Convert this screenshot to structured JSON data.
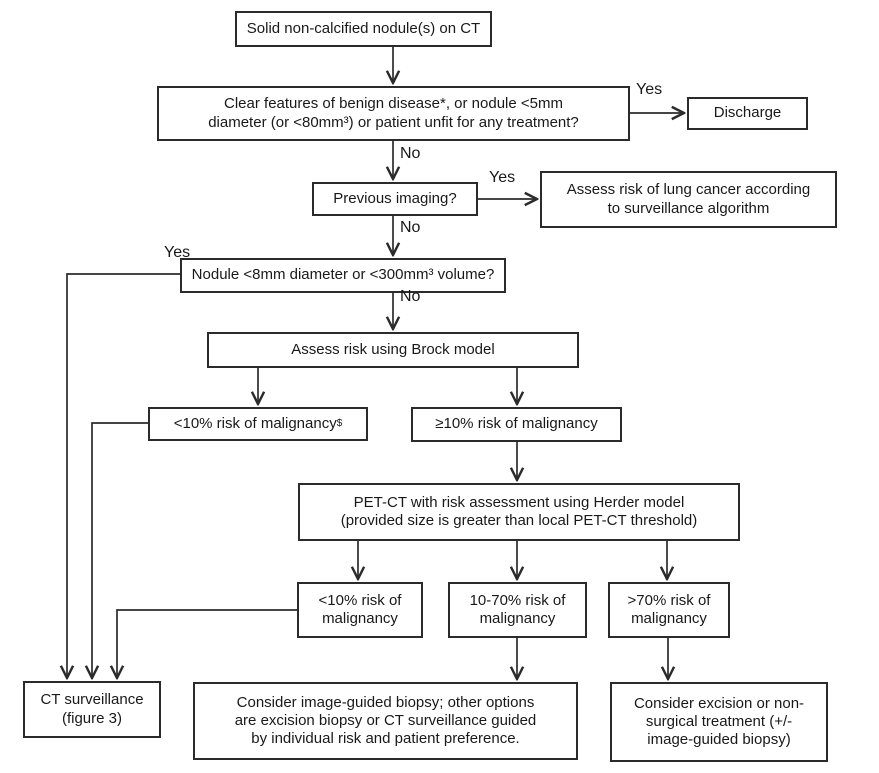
{
  "diagram": {
    "title": "Solid pulmonary nodule management flowchart",
    "colors": {
      "border": "#2b2b2b",
      "text": "#191919",
      "background": "#ffffff"
    },
    "nodes": {
      "start": {
        "label": "Solid non-calcified nodule(s) on CT"
      },
      "benign_check": {
        "label": [
          "Clear features of benign disease*, or nodule <5mm",
          "diameter (or <80mm³) or patient unfit for any treatment?"
        ]
      },
      "discharge": {
        "label": "Discharge"
      },
      "previous_imaging": {
        "label": "Previous imaging?"
      },
      "surveillance_algorithm": {
        "label": [
          "Assess risk of lung cancer according",
          "to surveillance algorithm"
        ]
      },
      "size_check": {
        "label": "Nodule <8mm diameter or <300mm³ volume?"
      },
      "brock": {
        "label": "Assess risk using Brock model"
      },
      "brock_low": {
        "label": "<10% risk of malignancy",
        "sup": "$"
      },
      "brock_high": {
        "label": "≥10% risk of malignancy"
      },
      "petct": {
        "label": [
          "PET-CT with risk assessment using Herder model",
          "(provided size is greater than local PET-CT threshold)"
        ]
      },
      "herder_low": {
        "label": [
          "<10% risk of",
          "malignancy"
        ]
      },
      "herder_mid": {
        "label": [
          "10-70% risk of",
          "malignancy"
        ]
      },
      "herder_high": {
        "label": [
          ">70% risk of",
          "malignancy"
        ]
      },
      "ct_surveillance": {
        "label": [
          "CT surveillance",
          "(figure 3)"
        ]
      },
      "biopsy": {
        "label": [
          "Consider image-guided biopsy; other options",
          "are excision biopsy or CT surveillance guided",
          "by individual risk and patient preference."
        ]
      },
      "excision": {
        "label": [
          "Consider excision or non-",
          "surgical treatment (+/-",
          "image-guided biopsy)"
        ]
      }
    },
    "edge_labels": {
      "benign_yes": "Yes",
      "benign_no": "No",
      "previous_yes": "Yes",
      "previous_no": "No",
      "size_yes": "Yes",
      "size_no": "No"
    }
  }
}
